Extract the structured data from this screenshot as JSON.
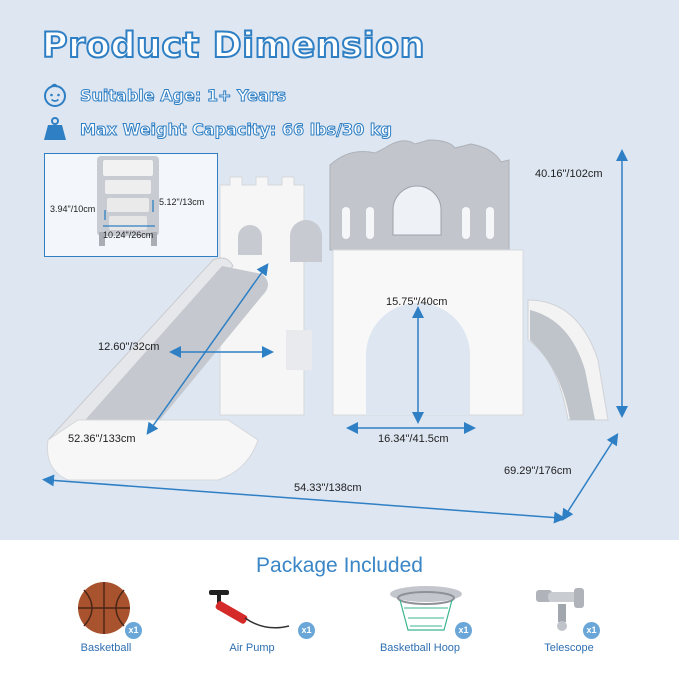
{
  "title": "Product Dimension",
  "specs": {
    "age": "Suitable Age: 1+ Years",
    "weight": "Max Weight Capacity: 66 lbs/30 kg"
  },
  "inset": {
    "step_height": "3.94\"/10cm",
    "step_depth": "5.12\"/13cm",
    "step_width": "10.24\"/26cm"
  },
  "dimensions": {
    "height": "40.16\"/102cm",
    "slide_width": "12.60\"/32cm",
    "slide_length": "52.36\"/133cm",
    "arch_height": "15.75\"/40cm",
    "arch_width": "16.34\"/41.5cm",
    "total_width": "54.33\"/138cm",
    "depth": "69.29\"/176cm"
  },
  "package": {
    "title": "Package Included",
    "items": [
      {
        "name": "Basketball",
        "qty": "x1"
      },
      {
        "name": "Air Pump",
        "qty": "x1"
      },
      {
        "name": "Basketball Hoop",
        "qty": "x1"
      },
      {
        "name": "Telescope",
        "qty": "x1"
      }
    ]
  },
  "colors": {
    "accent": "#2f7fc4",
    "background": "#dde6f1",
    "playset_gray": "#b5b8bf",
    "playset_white": "#f7f7f7"
  }
}
